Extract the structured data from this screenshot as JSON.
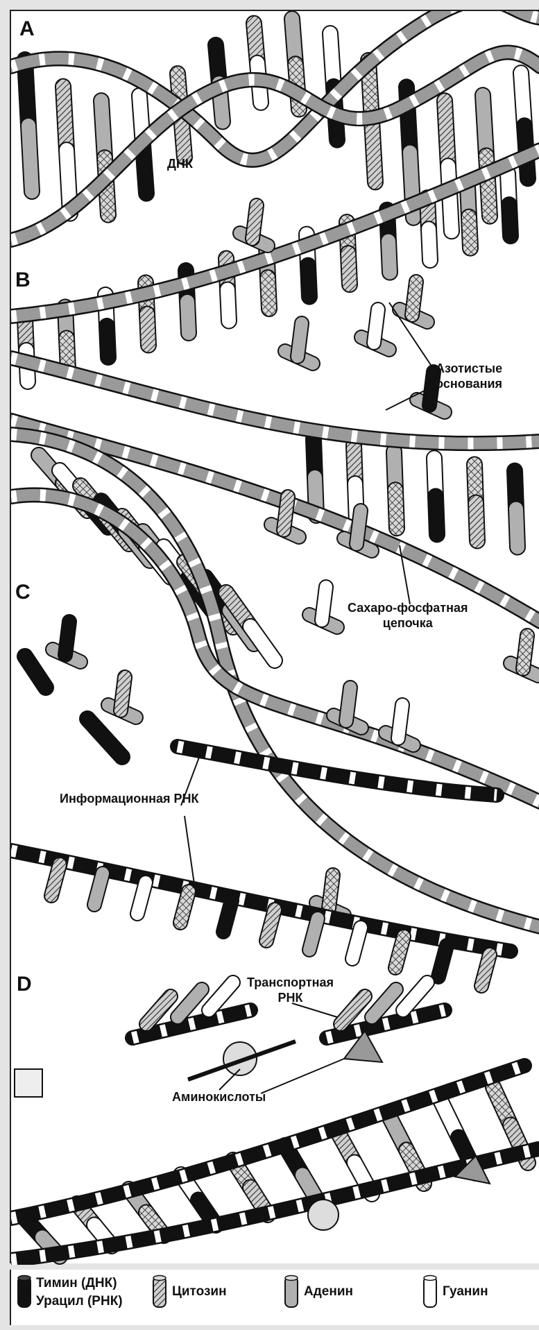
{
  "sections": {
    "a": "A",
    "b": "B",
    "c": "C",
    "d": "D"
  },
  "labels": {
    "dna": "ДНК",
    "nitrogen_bases_line1": "Азотистые",
    "nitrogen_bases_line2": "основания",
    "sugar_phosphate_line1": "Сахаро-фосфатная",
    "sugar_phosphate_line2": "цепочка",
    "mrna": "Информационная  РНК",
    "trna_line1": "Транспортная",
    "trna_line2": "РНК",
    "amino_acids": "Аминокислоты"
  },
  "legend": {
    "thymine": "Тимин (ДНК)",
    "uracil": "Урацил (РНК)",
    "cytosine": "Цитозин",
    "adenine": "Аденин",
    "guanine": "Гуанин"
  },
  "colors": {
    "thymine_uracil": "#111111",
    "cytosine": "#777777",
    "adenine": "#b0b0b0",
    "guanine": "#ffffff",
    "backbone": "#9a9a9a",
    "outline": "#111111"
  }
}
